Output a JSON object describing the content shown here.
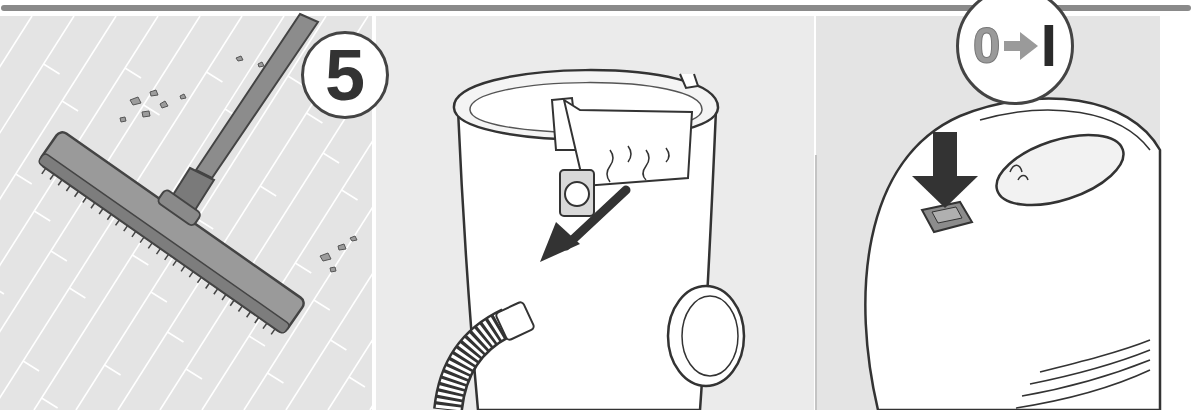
{
  "diagram": {
    "nodes": [
      {
        "text": [
          "5"
        ]
      },
      {
        "text": [
          "0",
          "I"
        ]
      }
    ]
  }
}
